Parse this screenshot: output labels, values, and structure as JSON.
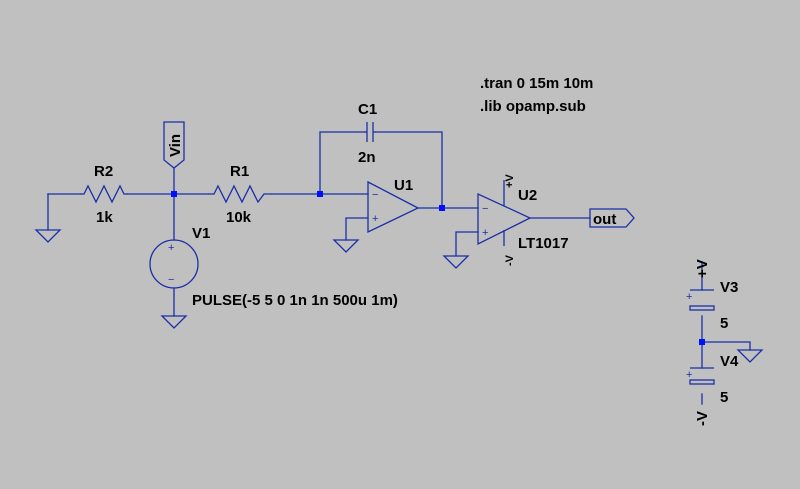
{
  "directives": {
    "tran": ".tran 0 15m 10m",
    "lib": ".lib opamp.sub"
  },
  "components": {
    "r2": {
      "name": "R2",
      "value": "1k"
    },
    "r1": {
      "name": "R1",
      "value": "10k"
    },
    "c1": {
      "name": "C1",
      "value": "2n"
    },
    "v1": {
      "name": "V1",
      "value": "PULSE(-5 5 0 1n 1n 500u 1m)"
    },
    "u1": {
      "name": "U1"
    },
    "u2": {
      "name": "U2",
      "model": "LT1017"
    },
    "v3": {
      "name": "V3",
      "value": "5"
    },
    "v4": {
      "name": "V4",
      "value": "5"
    }
  },
  "net_labels": {
    "vin": "Vin",
    "out": "out",
    "vplus": "+V",
    "vminus": "-V"
  },
  "pin_signs": {
    "plus": "+",
    "minus": "−"
  }
}
